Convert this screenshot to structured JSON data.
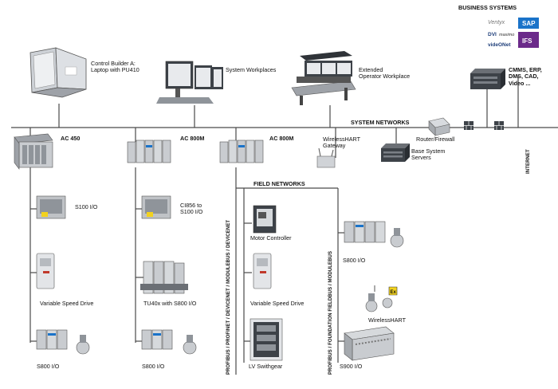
{
  "header": {
    "business_systems": "BUSINESS SYSTEMS"
  },
  "business_logos": {
    "ventyx": "Ventyx",
    "sap": "SAP",
    "dvi": "DVI",
    "maximo": "maximo",
    "videonet": "videONet",
    "ifs": "IFS"
  },
  "workstations": {
    "control_builder": {
      "line1": "Control Builder A:",
      "line2": "Laptop with PU410"
    },
    "system_workplaces": "System Workplaces",
    "extended": {
      "line1": "Extended",
      "line2": "Operator Workplace"
    },
    "cmms": {
      "line1": "CMMS, ERP,",
      "line2": "DMS, CAD,",
      "line3": "Video ..."
    }
  },
  "networks": {
    "system": "SYSTEM NETWORKS",
    "field": "FIELD NETWORKS",
    "internet": "INTERNET"
  },
  "nodes": {
    "router": "Router/Firewall",
    "base_servers": {
      "line1": "Base System",
      "line2": "Servers"
    },
    "wirelesshart_gateway": {
      "line1": "WirelessHART",
      "line2": "Gateway"
    },
    "ac450": "AC 450",
    "ac800m_1": "AC 800M",
    "ac800m_2": "AC 800M"
  },
  "devices": {
    "s100": "S100 I/O",
    "ci856": {
      "line1": "CI856 to",
      "line2": "S100 I/O"
    },
    "vsd1": "Variable Speed Drive",
    "tu40x": "TU40x with S800 I/O",
    "s800_1": "S800 I/O",
    "s800_2": "S800 I/O",
    "motor_controller": "Motor Controller",
    "vsd2": "Variable Speed Drive",
    "lv_switchgear": "LV Swithgear",
    "s800_3": "S800 I/O",
    "wirelesshart": "WirelessHART",
    "s900": "S900 I/O"
  },
  "buses": {
    "profibus_devicenet": "PROFIBUS / PROFINET / DEVICENET / MODULEBUS / DEVICENET",
    "profibus_foundation": "PROFIBUS / FOUNDATION FIELDBUS / MODULEBUS"
  },
  "colors": {
    "line": "#4a4a4a",
    "device": "#c9ccd0",
    "device_dark": "#6b6f75",
    "accent_yellow": "#f2d21e",
    "sap_blue": "#1a73c9",
    "ifs_purple": "#6b2a8a"
  }
}
